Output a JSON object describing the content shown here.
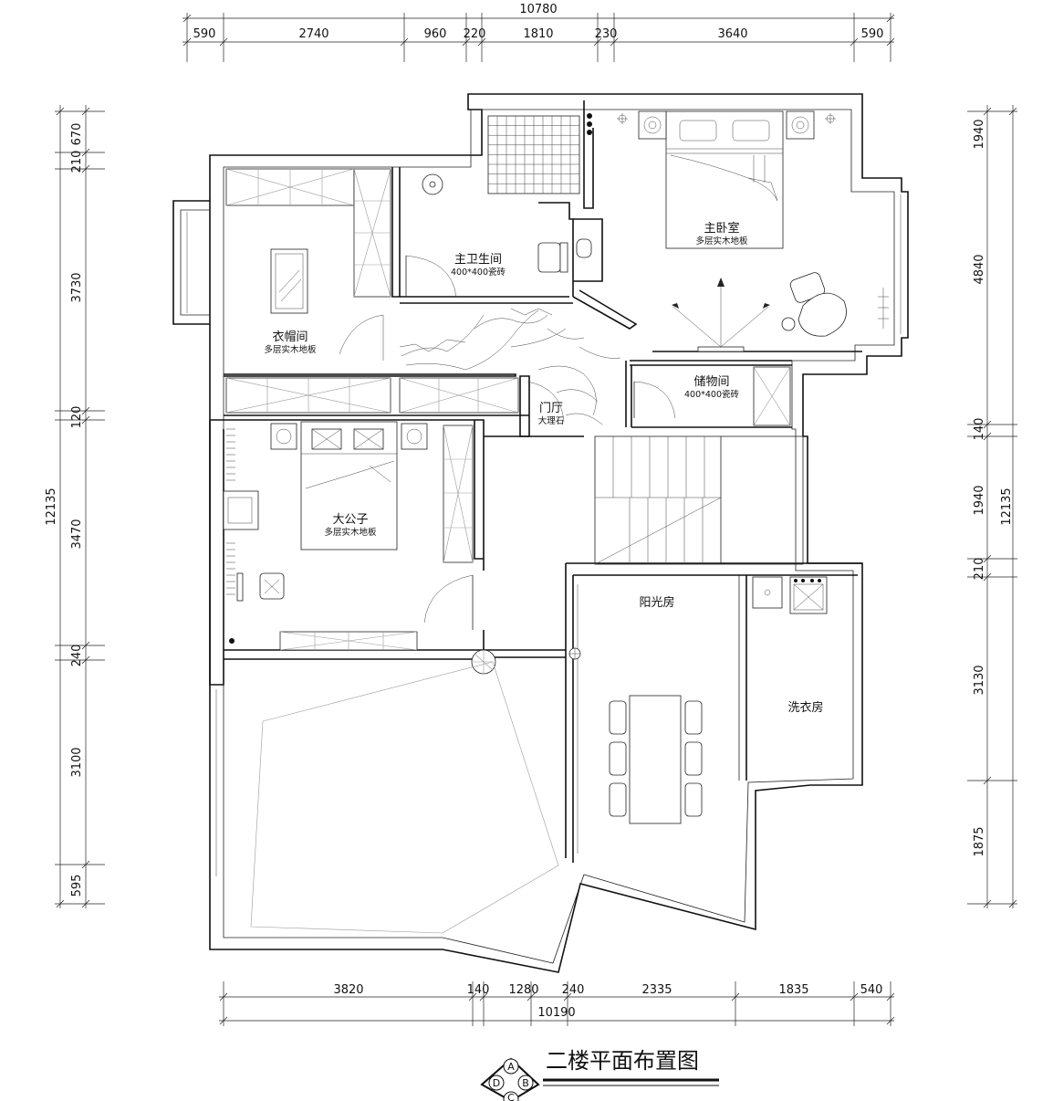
{
  "title": "二楼平面布置图",
  "compass": [
    "A",
    "B",
    "C",
    "D"
  ],
  "dimensions": {
    "top_total": "10780",
    "top": [
      "590",
      "2740",
      "960",
      "220",
      "1810",
      "230",
      "3640",
      "590"
    ],
    "bottom_total": "10190",
    "bottom": [
      "3820",
      "140",
      "1280",
      "240",
      "2335",
      "1835",
      "540"
    ],
    "left_total": "12135",
    "left": [
      "670",
      "210",
      "3730",
      "120",
      "3470",
      "240",
      "3100",
      "595"
    ],
    "right_total": "12135",
    "right": [
      "1940",
      "4840",
      "140",
      "1940",
      "210",
      "3130",
      "1875"
    ]
  },
  "rooms": {
    "wardrobe": {
      "name": "衣帽间",
      "floor": "多层实木地板"
    },
    "bath": {
      "name": "主卫生间",
      "floor": "400*400瓷砖"
    },
    "master": {
      "name": "主卧室",
      "floor": "多层实木地板"
    },
    "storage": {
      "name": "储物间",
      "floor": "400*400瓷砖"
    },
    "foyer": {
      "name": "门厅",
      "floor": "大理石"
    },
    "son": {
      "name": "大公子",
      "floor": "多层实木地板"
    },
    "sun": {
      "name": "阳光房"
    },
    "laundry": {
      "name": "洗衣房"
    }
  }
}
